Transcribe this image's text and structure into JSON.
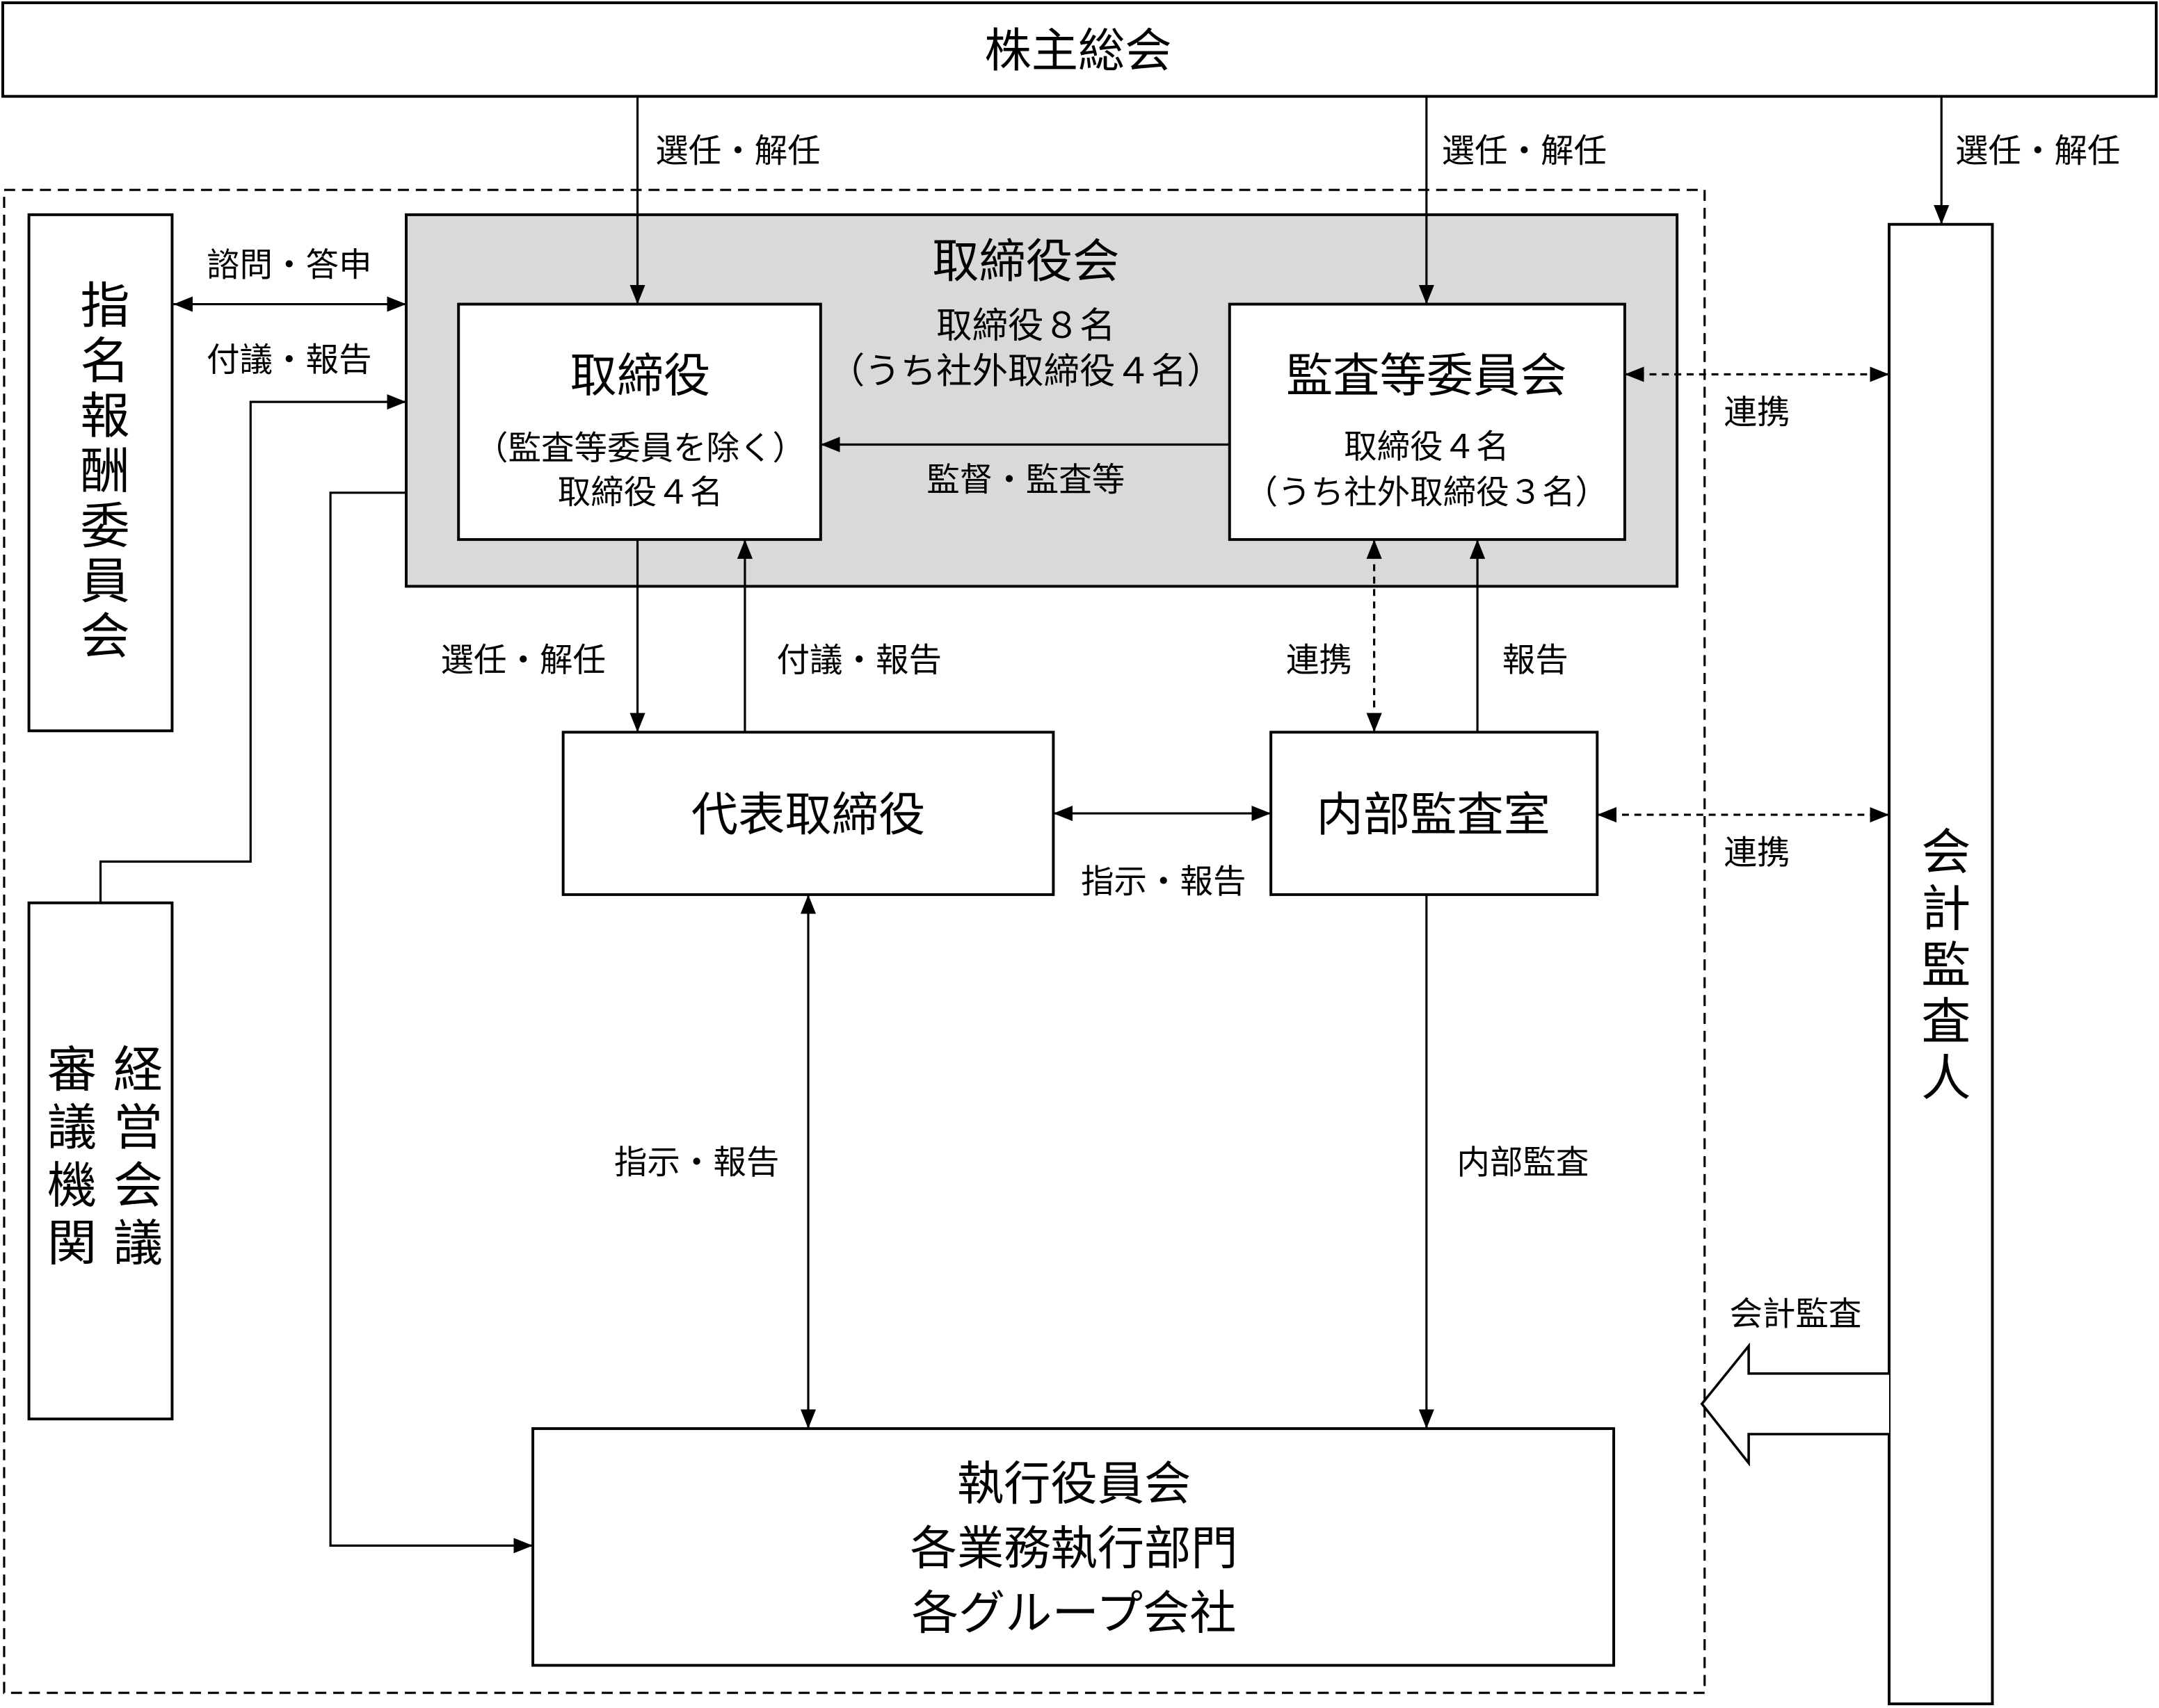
{
  "shareholders_meeting": "株主総会",
  "shareholders_links": [
    "選任・解任",
    "選任・解任",
    "選任・解任"
  ],
  "nomination_committee": {
    "label": "指名報酬委員会",
    "consult_label": "諮問・答申",
    "report_label": "付議・報告"
  },
  "management_council": {
    "label_col1": "経営会議",
    "label_col2": "審議機関"
  },
  "board": {
    "title": "取締役会",
    "count": "取締役８名",
    "outside": "（うち社外取締役４名）",
    "directors": {
      "title": "取締役",
      "note": "（監査等委員を除く）",
      "count": "取締役４名"
    },
    "audit_committee": {
      "title": "監査等委員会",
      "count": "取締役４名",
      "outside": "（うち社外取締役３名）"
    },
    "supervision_label": "監督・監査等"
  },
  "representative": {
    "title": "代表取締役",
    "appoint_label": "選任・解任",
    "report_label": "付議・報告",
    "instruct_internal_label": "指示・報告",
    "instruct_exec_label": "指示・報告"
  },
  "internal_audit": {
    "title": "内部監査室",
    "coop_label": "連携",
    "report_label": "報告",
    "audit_label": "内部監査"
  },
  "accounting_auditor": {
    "title": "会計監査人",
    "coop_label_1": "連携",
    "coop_label_2": "連携",
    "audit_label": "会計監査"
  },
  "execution": {
    "lines": [
      "執行役員会",
      "各業務執行部門",
      "各グループ会社"
    ]
  },
  "colors": {
    "board_fill": "#d9d9d9",
    "line": "#000000",
    "background": "#ffffff"
  }
}
